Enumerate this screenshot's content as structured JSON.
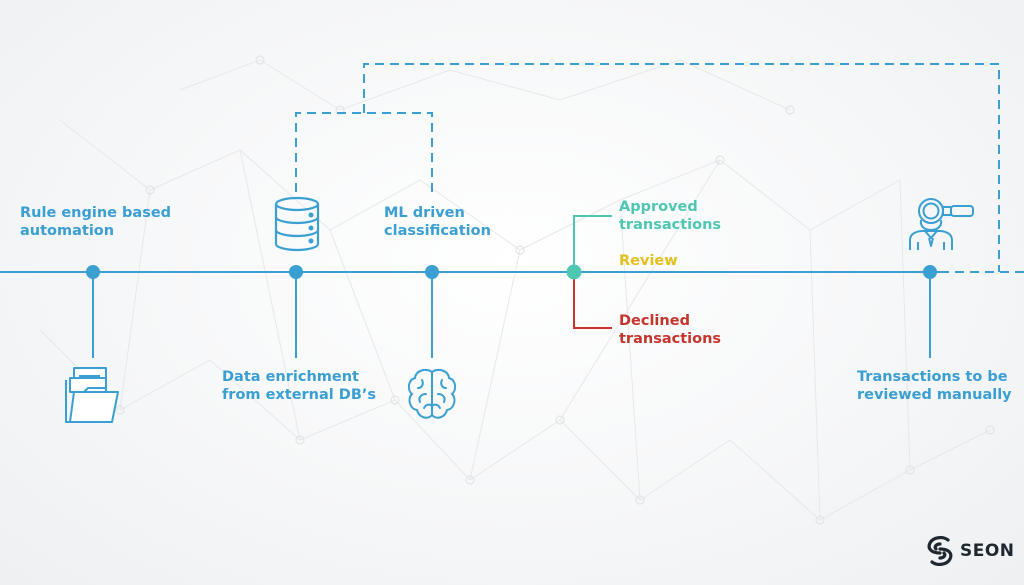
{
  "labels": {
    "rule_engine": "Rule engine based\nautomation",
    "data_enrichment": "Data enrichment\nfrom external DB’s",
    "ml_driven": "ML driven\nclassification",
    "approved": "Approved\ntransactions",
    "review": "Review",
    "declined": "Declined\ntransactions",
    "manual_review": "Transactions to be\nreviewed manually"
  },
  "logo": {
    "text": "SEON"
  },
  "colors": {
    "line": "#3a9fd3",
    "approved": "#4ec7b2",
    "review": "#e3c01e",
    "declined": "#c4352c",
    "logo": "#1e2730"
  },
  "icons": [
    "folder-icon",
    "database-icon",
    "brain-icon",
    "fraud-analyst-icon",
    "seon-logo-icon"
  ]
}
